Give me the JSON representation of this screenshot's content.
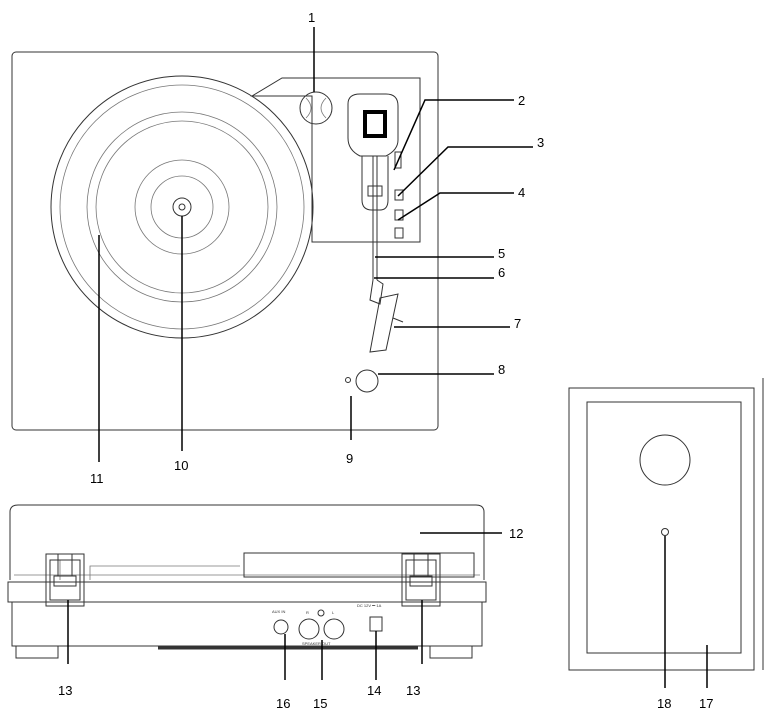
{
  "callouts": {
    "c1": "1",
    "c2": "2",
    "c3": "3",
    "c4": "4",
    "c5": "5",
    "c6": "6",
    "c7": "7",
    "c8": "8",
    "c9": "9",
    "c10": "10",
    "c11": "11",
    "c12": "12",
    "c13a": "13",
    "c13b": "13",
    "c14": "14",
    "c15": "15",
    "c16": "16",
    "c17": "17",
    "c18": "18"
  },
  "rear_panel": {
    "aux_in": "AUX IN",
    "r": "R",
    "l": "L",
    "speaker_out": "SPEAKER OUT",
    "dc_in": "DC 12V ⎓ 1A"
  }
}
